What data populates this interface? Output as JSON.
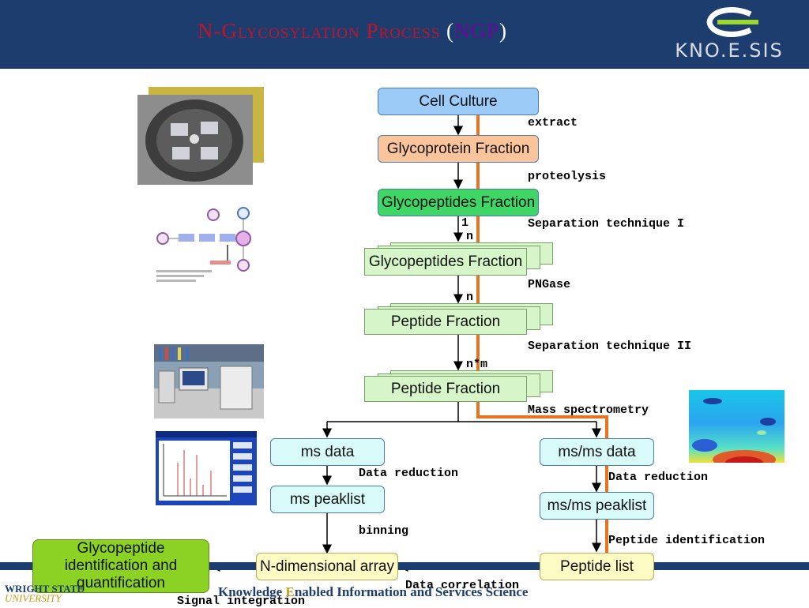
{
  "header": {
    "title_main": "N-Glycosylation Process",
    "title_acronym": "NGP",
    "title_paren_open": "(",
    "title_paren_close": ")",
    "logo_text": "KNO.E.SIS"
  },
  "nodes": {
    "cell_culture": "Cell Culture",
    "glycoprotein_fraction": "Glycoprotein Fraction",
    "glycopeptides_fraction_1": "Glycopeptides Fraction",
    "glycopeptides_fraction_2": "Glycopeptides Fraction",
    "peptide_fraction_1": "Peptide Fraction",
    "peptide_fraction_2": "Peptide Fraction",
    "ms_data": "ms data",
    "msms_data": "ms/ms data",
    "ms_peaklist": "ms peaklist",
    "msms_peaklist": "ms/ms peaklist",
    "n_dimensional_array": "N-dimensional array",
    "peptide_list": "Peptide list",
    "glycopeptide_identification": "Glycopeptide identification and quantification"
  },
  "steps": {
    "extract": "extract",
    "proteolysis": "proteolysis",
    "separation_1": "Separation technique I",
    "pngase": "PNGase",
    "separation_2": "Separation technique II",
    "mass_spectrometry": "Mass spectrometry",
    "data_reduction_ms": "Data reduction",
    "data_reduction_msms": "Data reduction",
    "binning": "binning",
    "peptide_identification": "Peptide identification",
    "data_correlation": "Data correlation",
    "signal_integration": "Signal integration"
  },
  "cardinality": {
    "one": "1",
    "n_a": "n",
    "n_b": "n",
    "n_times_m": "n*m"
  },
  "footer": {
    "tagline_pre": "Knowledge ",
    "tagline_e": "E",
    "tagline_post": "nabled Information and Services Science",
    "university_line1": "WRIGHT STATE",
    "university_line2": "UNIVERSITY"
  },
  "colors": {
    "header_bg": "#1d3d6e",
    "cell_culture": "#9ccbf7",
    "glycoprotein": "#fbc49a",
    "glycopeptides_green": "#3fd665",
    "stack_green": "#d6f5c8",
    "ms_boxes": "#d8fbfa",
    "yellow_boxes": "#fdfbc4",
    "result_box": "#8bd224",
    "orange_path": "#e8731c",
    "title_red": "#c0142c",
    "title_purple": "#6a0a9a"
  },
  "images": [
    "centrifuge-photo",
    "glycosylation-pathway-diagram",
    "lab-instrument-photo",
    "spectrum-software-screenshot",
    "heatmap-image"
  ]
}
